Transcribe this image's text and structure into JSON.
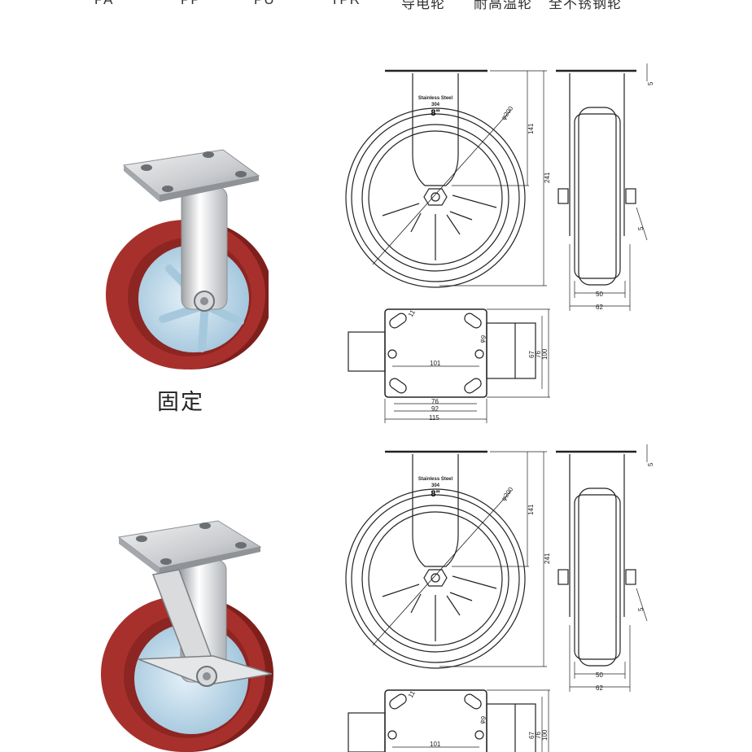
{
  "top_nav": {
    "items": [
      "PA",
      "PP",
      "PU",
      "TPR",
      "导电轮",
      "耐高温轮",
      "全不锈钢轮"
    ]
  },
  "products": [
    {
      "caption": "固定",
      "brake": false,
      "colors": {
        "tread": "#a8302c",
        "hub": "#b9d8ea",
        "plate": "#d4d6d8"
      }
    },
    {
      "caption": "",
      "brake": true,
      "colors": {
        "tread": "#a8302c",
        "hub": "#b9d8ea",
        "plate": "#d4d6d8"
      }
    }
  ],
  "drawings": [
    {
      "emboss_line1": "Stainless Steel",
      "emboss_line2": "304",
      "size_label": "8\"",
      "diameter": "φ200",
      "dim_141": "141",
      "dim_241": "241",
      "dim_5_top": "5",
      "dim_5_mid": "5",
      "dim_50": "50",
      "dim_62": "62",
      "dim_101": "101",
      "dim_76": "76",
      "dim_92": "92",
      "dim_115": "115",
      "dim_67": "67",
      "dim_76v": "76",
      "dim_100": "100",
      "hole_d": "φ9",
      "slot": "11"
    },
    {
      "emboss_line1": "Stainless Steel",
      "emboss_line2": "304",
      "size_label": "8\"",
      "diameter": "φ200",
      "dim_141": "141",
      "dim_241": "241",
      "dim_5_top": "5",
      "dim_5_mid": "5",
      "dim_50": "50",
      "dim_62": "62",
      "dim_101": "101",
      "dim_67": "67",
      "dim_76v": "76",
      "dim_100": "100",
      "hole_d": "φ9",
      "slot": "11"
    }
  ]
}
